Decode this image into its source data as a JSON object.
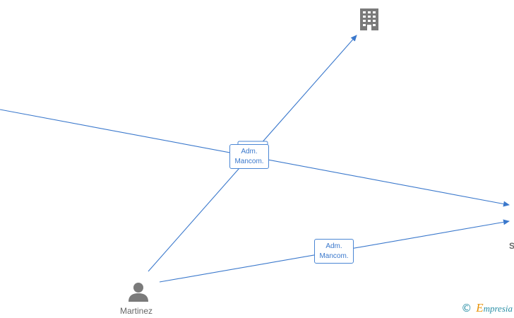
{
  "nodes": {
    "company_top": {
      "icon": "building-icon",
      "label": ""
    },
    "person_martinez": {
      "icon": "person-icon",
      "label": "Martinez"
    },
    "right_partial": {
      "icon": "",
      "label": "S"
    }
  },
  "edges": {
    "edge_1": {
      "label_line1": "Adm.",
      "label_line2": "Mancom."
    },
    "edge_2": {
      "label_line1": "Adm.",
      "label_line2": "Mancom."
    }
  },
  "brand": {
    "copyright_symbol": "©",
    "first_letter": "E",
    "rest": "mpresia"
  },
  "colors": {
    "edge": "#3a78cc",
    "icon": "#7a7a7a",
    "brand_teal": "#2a8fa6",
    "brand_orange": "#e8940a"
  }
}
